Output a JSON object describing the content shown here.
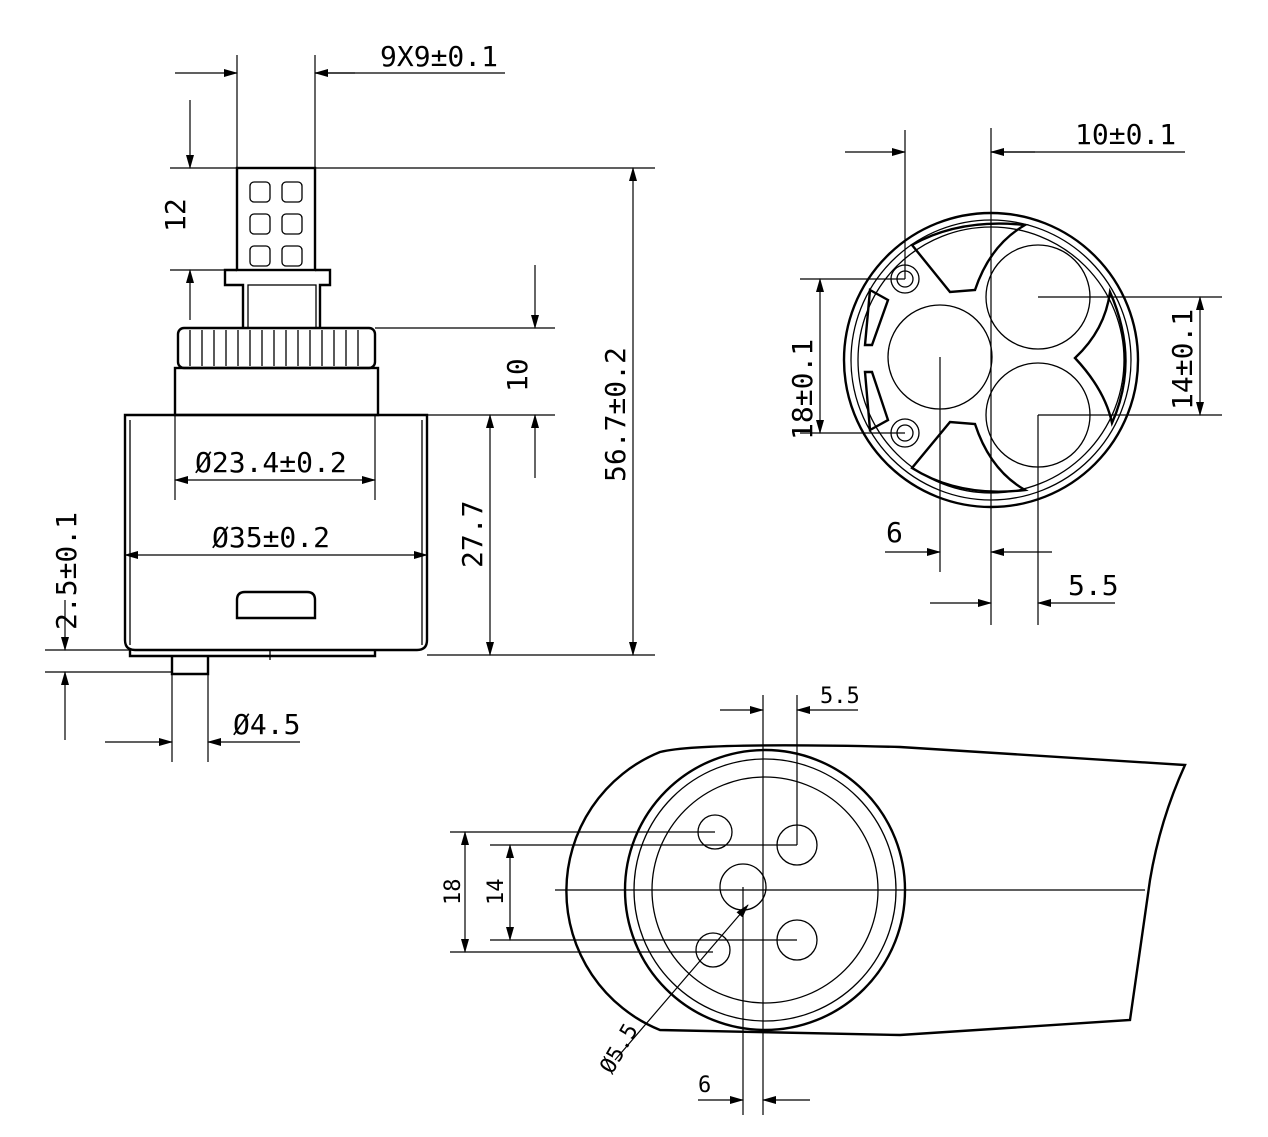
{
  "side_view": {
    "stem_size": "9X9±0.1",
    "stem_height": "12",
    "collar_height": "10",
    "overall_height": "56.7±0.2",
    "body_height": "27.7",
    "collar_diameter": "Ø23.4±0.2",
    "body_diameter": "Ø35±0.2",
    "base_offset": "2.5±0.1",
    "pin_diameter": "Ø4.5"
  },
  "bottom_view": {
    "port_spacing_x": "10±0.1",
    "boss_spacing": "18±0.1",
    "port_spacing_y": "14±0.1",
    "center_offset_6": "6",
    "center_offset_5_5": "5.5"
  },
  "mount_view": {
    "offset_top": "5.5",
    "spacing_18": "18",
    "spacing_14": "14",
    "hole_diameter": "Ø5.5",
    "offset_bottom": "6"
  },
  "colors": {
    "line": "#000000",
    "background": "#ffffff"
  }
}
